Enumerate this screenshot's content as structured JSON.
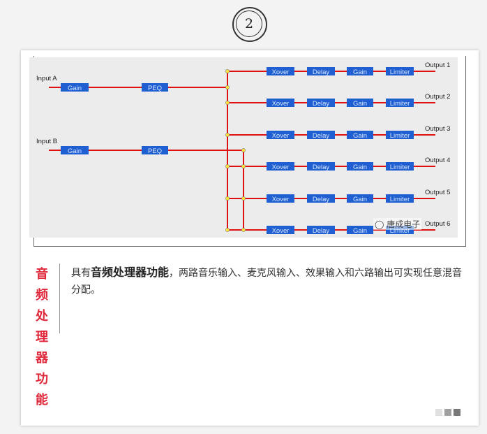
{
  "badge": {
    "number": "2"
  },
  "diagram": {
    "inputs": [
      "Input A",
      "Input B"
    ],
    "input_blocks": [
      "Gain",
      "PEQ"
    ],
    "output_blocks": [
      "Xover",
      "Delay",
      "Gain",
      "Limiter"
    ],
    "outputs": [
      "Output 1",
      "Output 2",
      "Output 3",
      "Output 4",
      "Output 5",
      "Output 6"
    ],
    "colors": {
      "line": "#dd1111",
      "block": "#1f5fd1",
      "block_text": "#d8e6ff",
      "junction": "#ffe23a",
      "label": "#222222"
    }
  },
  "watermark": {
    "text": "唐成电子"
  },
  "section": {
    "vertical_title": [
      "音",
      "频",
      "处",
      "理",
      "器",
      "功",
      "能"
    ],
    "desc_prefix": "具有",
    "desc_bold": "音频处理器功能",
    "desc_rest": "，两路音乐输入、麦克风输入、效果输入和六路输出可实现任意混音分配。"
  },
  "pager": {
    "colors": [
      "#e0e0e0",
      "#a0a0a0",
      "#777777"
    ]
  }
}
